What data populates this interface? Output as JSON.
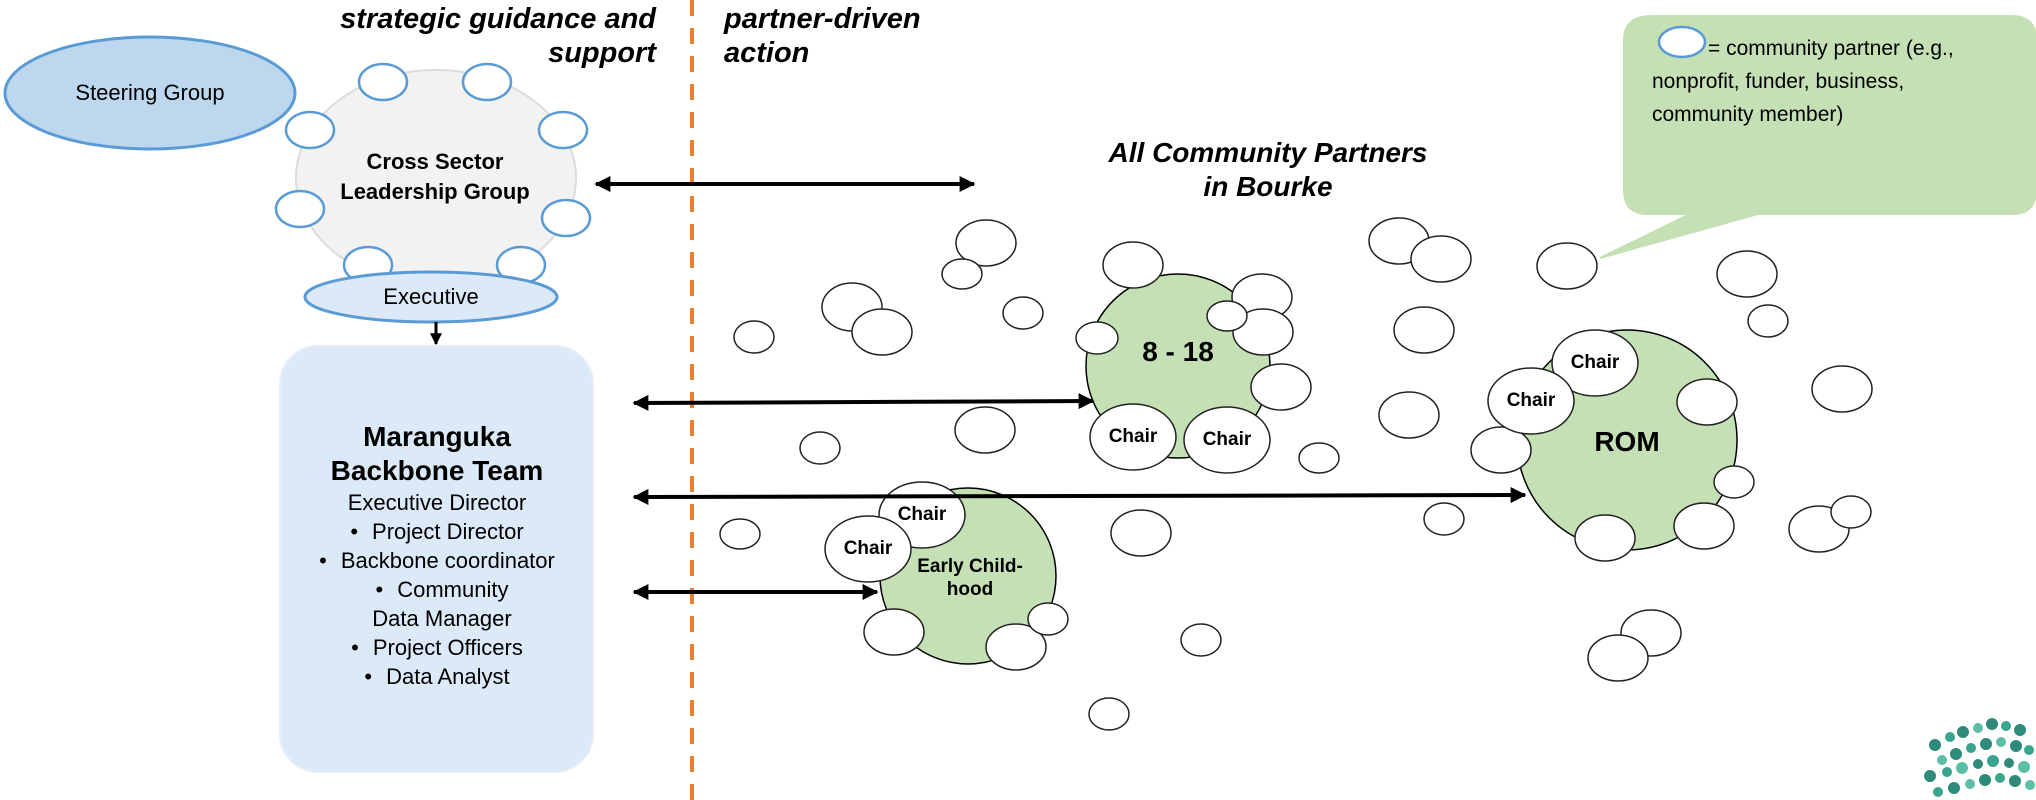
{
  "headers": {
    "left": [
      "strategic guidance and",
      "support"
    ],
    "right": [
      "partner-driven",
      "action"
    ]
  },
  "steering_group": "Steering Group",
  "cross_sector": [
    "Cross Sector",
    "Leadership Group"
  ],
  "executive": "Executive",
  "backbone": {
    "title": [
      "Maranguka",
      "Backbone Team"
    ],
    "subtitle": "Executive Director",
    "items": [
      "Project Director",
      "Backbone coordinator",
      "Community Data Manager",
      "Project Officers",
      "Data Analyst"
    ]
  },
  "all_partners": [
    "All Community Partners",
    "in Bourke"
  ],
  "legend": {
    "text": "= community partner (e.g., nonprofit, funder, business, community member)"
  },
  "groups": {
    "g818": "8 - 18",
    "rom": "ROM",
    "early": [
      "Early Child-",
      "hood"
    ],
    "chair": "Chair"
  },
  "colors": {
    "partner_outline": "#5b9bd5",
    "green_fill": "#c5e0b4",
    "blue_fill": "#bdd7ee",
    "backbone_fill": "#dce9f8",
    "divider": "#ed7d31",
    "gray_fill": "#f2f2f2"
  }
}
